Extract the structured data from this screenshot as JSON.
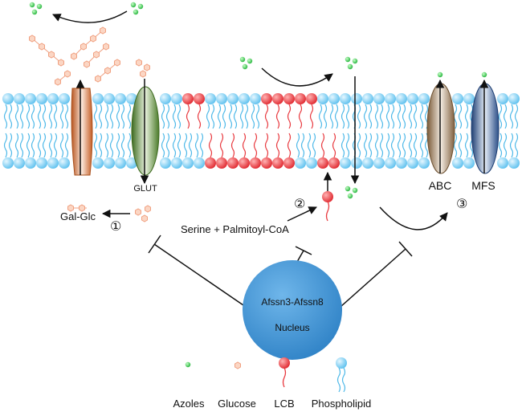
{
  "labels": {
    "glut": "GLUT",
    "abc": "ABC",
    "mfs": "MFS",
    "gal_glc": "Gal-Glc",
    "serine": "Serine + Palmitoyl-CoA",
    "step1": "①",
    "step2": "②",
    "step3": "③",
    "nucleus_genes": "Afssn3-Afssn8",
    "nucleus": "Nucleus"
  },
  "legend": {
    "azoles": "Azoles",
    "glucose": "Glucose",
    "lcb": "LCB",
    "phospholipid": "Phospholipid"
  },
  "colors": {
    "phospholipid_head": "#8fd3f5",
    "lipid_tail": "#4db8e8",
    "lcb_head": "#e8383e",
    "azole": "#3cc94b",
    "glucose": "#f0a080",
    "nucleus": "#3b8fd0",
    "transporter_orange": "#d2692f",
    "transporter_green": "#4e7a2d",
    "transporter_abc": "#8a6a45",
    "transporter_mfs": "#2c4f86"
  }
}
